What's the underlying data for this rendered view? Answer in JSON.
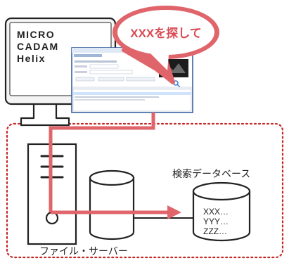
{
  "monitor": {
    "label_lines": [
      "MICRO",
      "CADAM",
      "Helix"
    ]
  },
  "callout": {
    "text": "XXXを探して"
  },
  "server": {
    "label": "ファイル・サーバー"
  },
  "search_db": {
    "label": "検索データベース",
    "entries": [
      "XXX…",
      "YYY…",
      "ZZZ…"
    ]
  },
  "colors": {
    "accent": "#e0656b",
    "outline": "#222222",
    "boundary": "#c62828",
    "monitor_bezel": "#f4f4f4"
  }
}
